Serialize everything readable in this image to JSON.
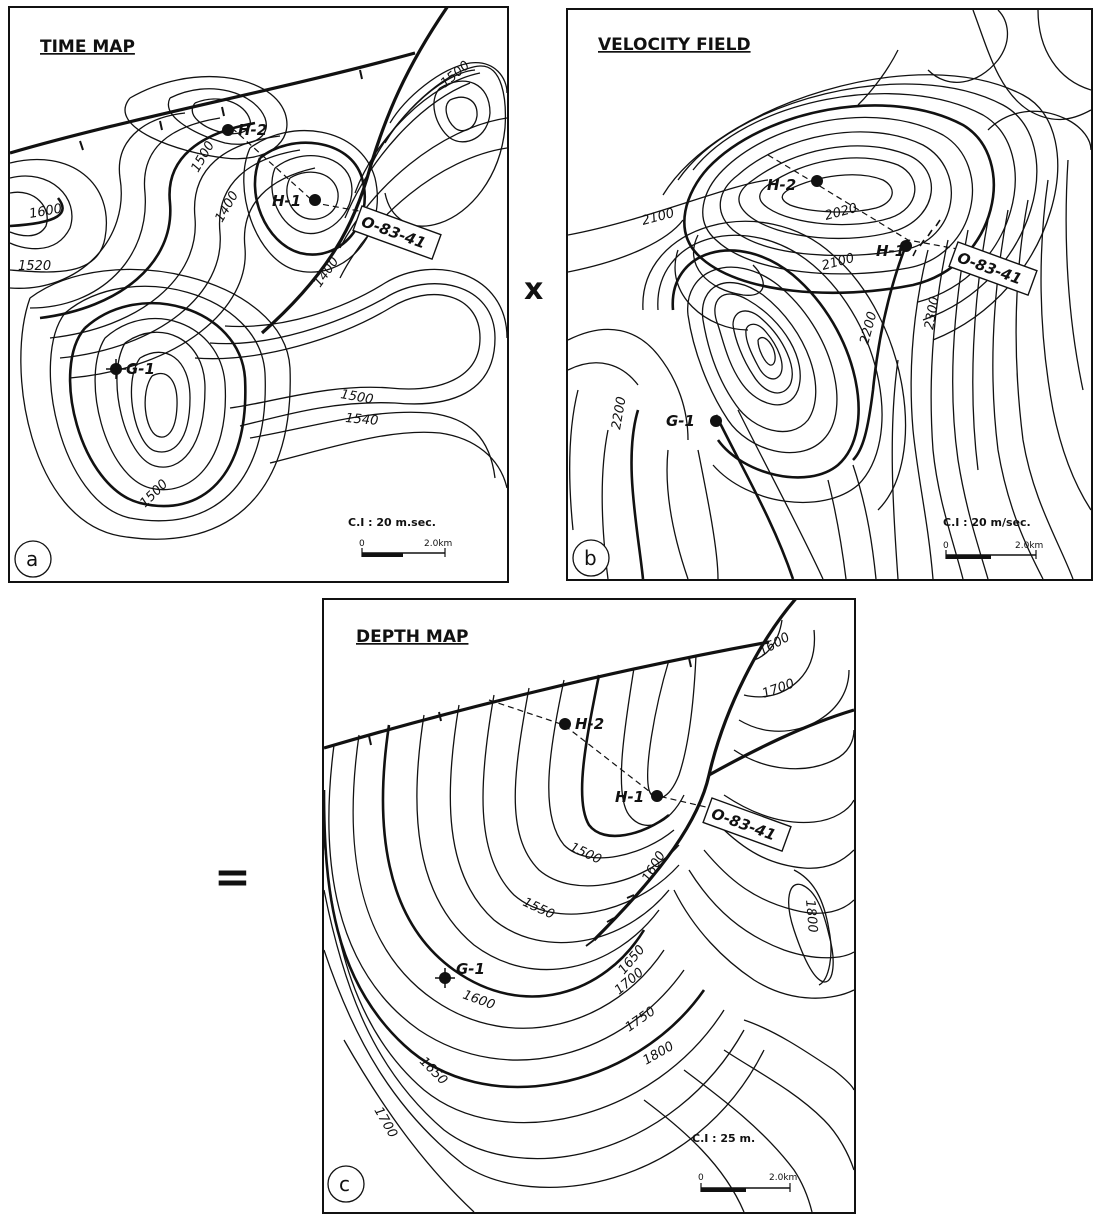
{
  "panel_a": {
    "title": "TIME MAP",
    "tag": "a",
    "ci": "C.I : 20 m.sec.",
    "scale_start": "0",
    "scale_end": "2.0km",
    "wells": [
      "H-2",
      "H-1",
      "G-1"
    ],
    "seismic_line": "O-83-41",
    "contour_labels": [
      "1600",
      "1520",
      "1500",
      "1400",
      "1400",
      "1500",
      "1500",
      "1540",
      "1500"
    ]
  },
  "panel_b": {
    "title": "VELOCITY  FIELD",
    "tag": "b",
    "ci": "C.I : 20 m/sec.",
    "scale_start": "0",
    "scale_end": "2.0km",
    "wells": [
      "H-2",
      "H-1",
      "G-1"
    ],
    "seismic_line": "O-83-41",
    "contour_labels": [
      "2100",
      "2020",
      "2100",
      "2200",
      "2300",
      "2200"
    ]
  },
  "panel_c": {
    "title": "DEPTH MAP",
    "tag": "c",
    "ci": "C.I : 25 m.",
    "scale_start": "0",
    "scale_end": "2.0km",
    "wells": [
      "H-2",
      "H-1",
      "G-1"
    ],
    "seismic_line": "O-83-41",
    "contour_labels": [
      "1600",
      "1700",
      "1500",
      "1550",
      "1600",
      "1650",
      "1600",
      "1700",
      "1650",
      "1750",
      "1800",
      "1700",
      "1800"
    ]
  },
  "operators": {
    "times": "x",
    "equals": "="
  }
}
